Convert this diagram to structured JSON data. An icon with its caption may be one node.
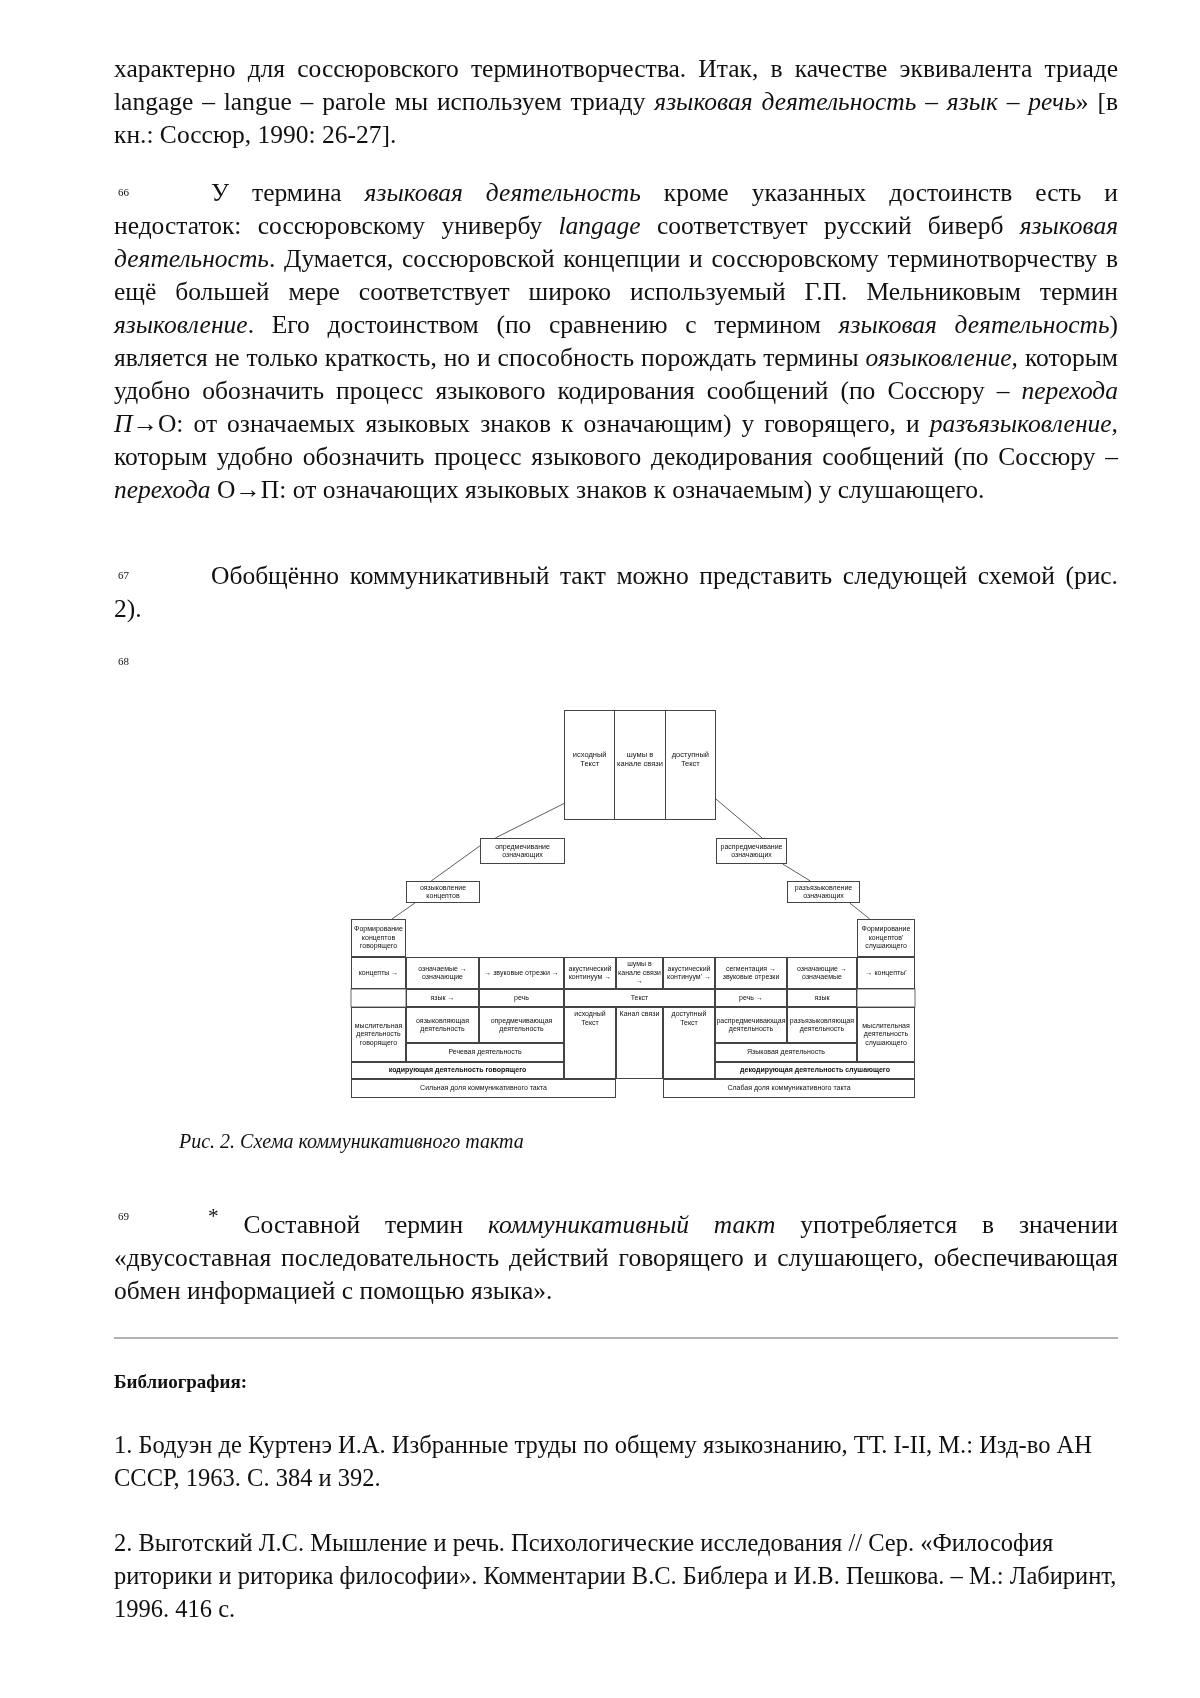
{
  "diagram": {
    "caption": "Рис. 2. Схема коммуникативного такта",
    "nodes": [
      {
        "text": [
          "исходный Текст",
          "шумы в канале связи",
          "доступный Текст"
        ]
      },
      {
        "text": [
          "опредмечивание означающих"
        ]
      },
      {
        "text": [
          "распредмечивание означающих"
        ]
      },
      {
        "text": [
          "оязыковление концептов"
        ]
      },
      {
        "text": [
          "разъязыковление означающих"
        ]
      },
      {
        "text": [
          "Формирование концептов говорящего"
        ]
      },
      {
        "text": [
          "Формирование концептов' слушающего"
        ]
      }
    ],
    "edges": [
      {
        "from": 5,
        "to": 3,
        "arrow": "none"
      },
      {
        "from": 3,
        "to": 1,
        "arrow": "none"
      },
      {
        "from": 1,
        "to": 0,
        "arrow": "none"
      },
      {
        "from": 0,
        "to": 2,
        "arrow": "none"
      },
      {
        "from": 2,
        "to": 4,
        "arrow": "none"
      },
      {
        "from": 4,
        "to": 6,
        "arrow": "none"
      }
    ],
    "labels": [
      "характерно для соссюровского терминотворчества. Итак, в качестве эквивалента триаде langage – langue – parole мы используем триаду *языковая деятельность – язык – речь*» [в кн.: Соссюр, 1990: 26-27].",
      "66",
      "У термина *языковая деятельность* кроме указанных достоинств есть и недостаток: соссюровскому универбу *langage* соответствует русский биверб *языковая деятельность*. Думается, соссюровской концепции и соссюровскому терминотворчеству в ещё большей мере соответствует широко используемый Г.П. Мельниковым термин *языковление*. Его достоинством (по сравнению с термином *языковая деятельность*) является не только краткость, но и способность порождать термины *оязыковление,* которым удобно обозначить процесс языкового кодирования сообщений (по Соссюру – *перехода П*→О: от означаемых языковых знаков к означающим) у говорящего, и *разъязыковление,* которым удобно обозначить процесс языкового декодирования сообщений (по Соссюру – *перехода* О→П: от означающих языковых знаков к означаемым) у слушающего.",
      "67",
      "Обобщённо коммуникативный такт можно представить следующей схемой (рис. 2).",
      "68",
      "концепты →",
      "означаемые → означающие",
      "→ звуковые отрезки →",
      "акустический континуум →",
      "шумы в канале связи →",
      "акустический континуум' →",
      "сегментация → звуковые отрезки",
      "означающие → означаемые",
      "→ концепты'",
      "язык →",
      "речь",
      "Текст",
      "речь →",
      "язык",
      "мыслительная деятельность говорящего",
      "оязыковляющая деятельность",
      "опредмечивающая деятельность",
      "исходный Текст",
      "Канал связи",
      "доступный Текст",
      "распредмечивающая деятельность",
      "разъязыковляющая деятельность",
      "мыслительная деятельность слушающего",
      "Речевая деятельность",
      "Языковая деятельность",
      "кодирующая деятельность говорящего",
      "декодирующая деятельность слушающего",
      "Сильная доля коммуникативного такта",
      "Слабая доля коммуникативного такта",
      "69",
      "$^{*}$ Составной термин *коммуникативный такт* употребляется в значении «двусоставная последовательность действий говорящего и слушающего, обеспечивающая обмен информацией с помощью языка».",
      "Библиография:",
      "1. Бодуэн де Куртенэ И.А. Избранные труды по общему языкознанию, ТТ. I-II, М.: Изд-во АН СССР, 1963. С. 384 и 392.",
      "2. Выготский Л.С. Мышление и речь. Психологические исследования // Сер. «Философия риторики и риторика философии». Комментарии В.С. Библера и И.В. Пешкова. – М.: Лабиринт, 1996. 416 с."
    ]
  }
}
